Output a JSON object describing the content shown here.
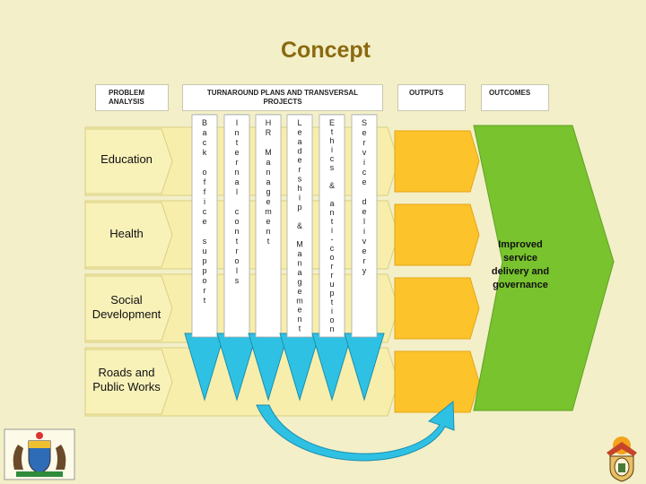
{
  "slide": {
    "title": "Concept"
  },
  "headers": {
    "problem_analysis": "PROBLEM ANALYSIS",
    "turnaround": "TURNAROUND PLANS AND TRANSVERSAL PROJECTS",
    "outputs": "OUTPUTS",
    "outcomes": "OUTCOMES"
  },
  "rows": [
    {
      "label": "Education"
    },
    {
      "label": "Health"
    },
    {
      "label": "Social Development"
    },
    {
      "label": "Roads and Public Works"
    }
  ],
  "columns": [
    {
      "label": "Back office support"
    },
    {
      "label": "Internal controls"
    },
    {
      "label": "HR Management"
    },
    {
      "label": "Leadership & Management"
    },
    {
      "label": "Ethics & anti-corruption"
    },
    {
      "label": "Service delivery"
    }
  ],
  "outcome": {
    "text": "Improved service delivery and governance"
  },
  "colors": {
    "background": "#f3efc8",
    "problem_row": "#f6eeaa",
    "output_box": "#fcc32a",
    "outcome_arrow": "#78c32e",
    "transversal_arrow": "#2fc1e3",
    "title": "#8a6a10"
  },
  "emblems": [
    {
      "name": "provincial-coat-of-arms-icon"
    },
    {
      "name": "national-coat-of-arms-icon"
    }
  ]
}
